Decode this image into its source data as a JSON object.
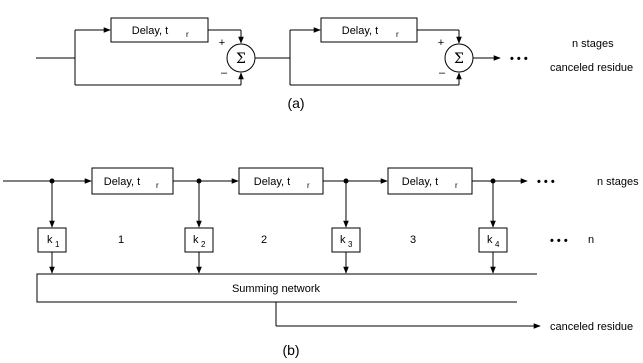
{
  "diagram_a": {
    "stage1": {
      "delay_label": "Delay, t",
      "delay_sub": "r",
      "sum_symbol": "Σ",
      "plus": "+",
      "minus": "–"
    },
    "stage2": {
      "delay_label": "Delay, t",
      "delay_sub": "r",
      "sum_symbol": "Σ",
      "plus": "+",
      "minus": "–"
    },
    "ellipsis": "• • •",
    "n_stages": "n stages",
    "output": "canceled residue",
    "caption": "(a)"
  },
  "diagram_b": {
    "delays": [
      {
        "label": "Delay, t",
        "sub": "r"
      },
      {
        "label": "Delay, t",
        "sub": "r"
      },
      {
        "label": "Delay, t",
        "sub": "r"
      }
    ],
    "weights": [
      {
        "k": "k",
        "sub": "1"
      },
      {
        "k": "k",
        "sub": "2"
      },
      {
        "k": "k",
        "sub": "3"
      },
      {
        "k": "k",
        "sub": "4"
      }
    ],
    "stage_numbers": [
      "1",
      "2",
      "3"
    ],
    "ellipsis_top": "• • •",
    "n_stages": "n stages",
    "ellipsis_weights": "• • •",
    "n": "n",
    "summing": "Summing network",
    "output": "canceled residue",
    "caption": "(b)"
  }
}
